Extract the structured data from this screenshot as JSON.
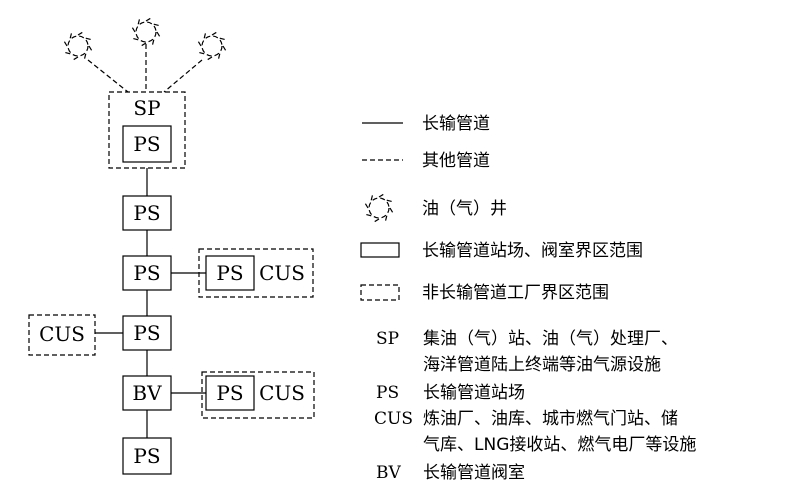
{
  "diagram": {
    "stations": {
      "sp_label": "SP",
      "ps": "PS",
      "cus": "CUS",
      "bv": "BV"
    },
    "legend": {
      "solid_line": "长输管道",
      "dashed_line": "其他管道",
      "well": "油（气）井",
      "solid_box": "长输管道站场、阀室界区范围",
      "dashed_box": "非长输管道工厂界区范围"
    },
    "abbreviations": [
      {
        "abbr": "SP",
        "lines": [
          "集油（气）站、油（气）处理厂、",
          "海洋管道陆上终端等油气源设施"
        ]
      },
      {
        "abbr": "PS",
        "lines": [
          "长输管道站场"
        ]
      },
      {
        "abbr": "CUS",
        "lines": [
          "炼油厂、油库、城市燃气门站、储",
          "气库、LNG接收站、燃气电厂等设施"
        ]
      },
      {
        "abbr": "BV",
        "lines": [
          "长输管道阀室"
        ]
      }
    ]
  }
}
